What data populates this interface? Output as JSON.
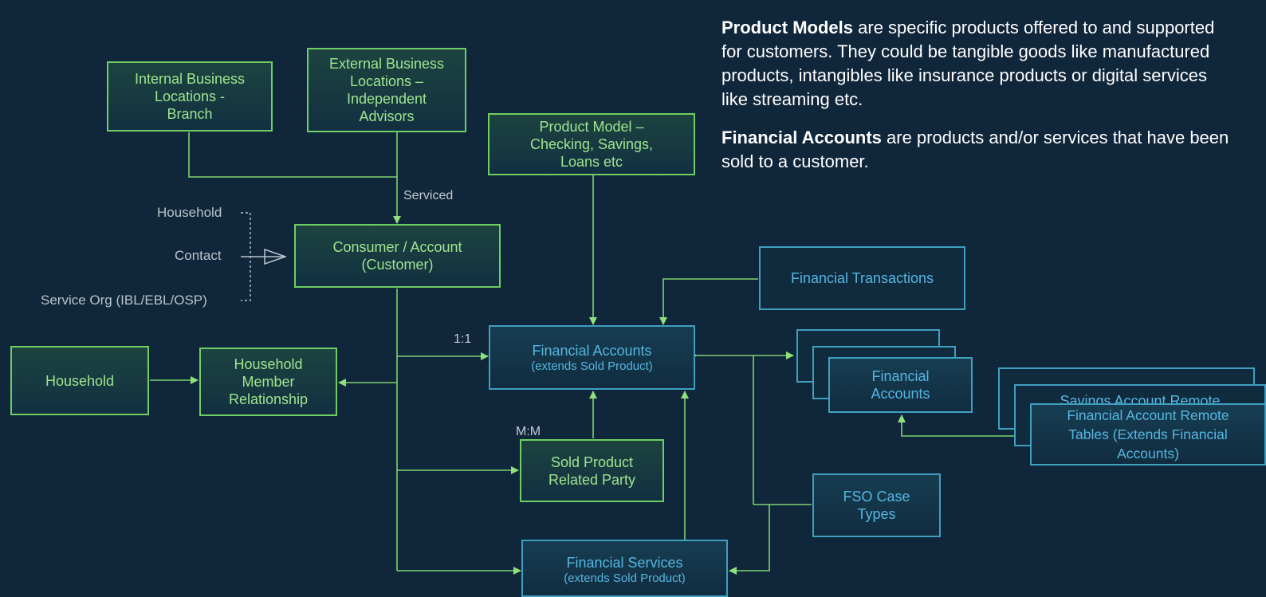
{
  "nodes": {
    "internal_business_locations": "Internal Business\nLocations -\nBranch",
    "external_business_locations": "External Business\nLocations –\nIndependent\nAdvisors",
    "product_model": "Product Model –\nChecking, Savings,\nLoans etc",
    "consumer_account": "Consumer / Account\n(Customer)",
    "financial_transactions": "Financial Transactions",
    "household": "Household",
    "household_member_relationship": "Household\nMember\nRelationship",
    "financial_accounts": {
      "title": "Financial Accounts",
      "subtitle": "(extends Sold Product)"
    },
    "financial_accounts_stack": "Financial\nAccounts",
    "savings_account_remote": "Savings Account Remote",
    "financial_account_remote_tables": "Financial Account Remote\nTables (Extends Financial\nAccounts)",
    "sold_product_related_party": "Sold Product\nRelated Party",
    "fso_case_types": "FSO Case\nTypes",
    "financial_services": {
      "title": "Financial Services",
      "subtitle": "(extends Sold Product)"
    }
  },
  "labels": {
    "serviced": "Serviced",
    "household_ref": "Household",
    "contact_ref": "Contact",
    "service_org_ref": "Service Org (IBL/EBL/OSP)",
    "one_to_one": "1:1",
    "many_to_many": "M:M"
  },
  "info": {
    "product_models_term": "Product Models",
    "product_models_text": " are specific products offered to and supported for customers. They could be tangible goods like manufactured products, intangibles like insurance products or digital services like streaming etc.",
    "financial_accounts_term": "Financial Accounts",
    "financial_accounts_text": " are products and/or services that have been sold to a customer."
  },
  "colors": {
    "background": "#10263a",
    "green_border": "#6fcf62",
    "green_text": "#9fe58f",
    "blue_border": "#3f9fbf",
    "blue_text": "#55b6e0",
    "connector": "#7fd36f"
  }
}
